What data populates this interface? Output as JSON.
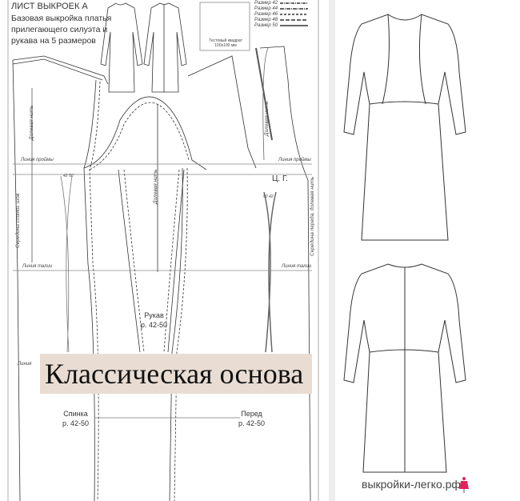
{
  "sheet": {
    "title": "ЛИСТ ВЫКРОЕК А",
    "subtitle": "Базовая выкройка платья прилегающего силуэта и рукава на 5 размеров",
    "test_square": "Тестовый квадрат 100х100 мм",
    "legend": [
      "Размер 42",
      "Размер 44",
      "Размер 46",
      "Размер 48",
      "Размер 50"
    ],
    "armhole_line": "Линия проймы",
    "waist_line": "Линия талии",
    "grain_line": "Долевая нить",
    "back_center": "Середина спинки, шов",
    "front_center": "Середина переда, долевая нить",
    "bust_center": "Ц. Г.",
    "dart_sizes_back": "42  50",
    "dart_sizes_front": "50  42",
    "hip_line_partial": "Линия",
    "sleeve": {
      "name": "Рукав",
      "sizes": "р. 42-50"
    },
    "back": {
      "name": "Спинка",
      "sizes": "р. 42-50"
    },
    "front": {
      "name": "Перед",
      "sizes": "р. 42-50"
    }
  },
  "banner": "Классическая основа",
  "watermark": "выкройки-легко.рф",
  "colors": {
    "banner_bg": "#e9ddd3",
    "logo": "#e0245e"
  }
}
